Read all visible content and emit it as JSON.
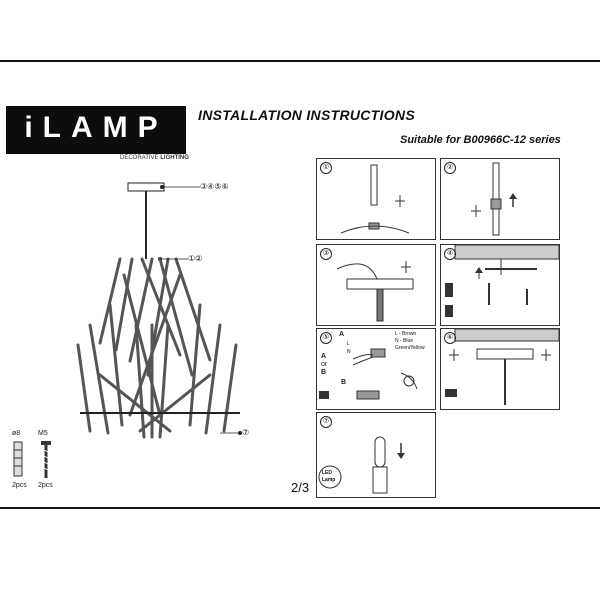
{
  "brand": {
    "logo": "iLAMP",
    "tagline_plain": "DECORATIVE",
    "tagline_bold": "LIGHTING"
  },
  "document": {
    "title": "INSTALLATION  INSTRUCTIONS",
    "suitable_for": "Suitable for B00966C-12 series",
    "page": "2/3"
  },
  "main_callouts": {
    "canopy": "③④⑤⑥",
    "mount": "①②",
    "bottom": "⑦"
  },
  "fixings": [
    {
      "size": "ø8",
      "qty": "2pcs"
    },
    {
      "size": "M5",
      "qty": "2pcs"
    }
  ],
  "steps": [
    "①",
    "②",
    "③",
    "④",
    "⑤",
    "⑥",
    "⑦"
  ],
  "step5": {
    "option_a": "A",
    "or": "or",
    "option_b": "B",
    "wire_brown": "L - Brown",
    "wire_blue": "N - Blue",
    "wire_ground": "Green/Yellow",
    "wire_l": "L",
    "wire_n": "N"
  },
  "step7": {
    "lamp_label_1": "LED",
    "lamp_label_2": "Lamp"
  }
}
